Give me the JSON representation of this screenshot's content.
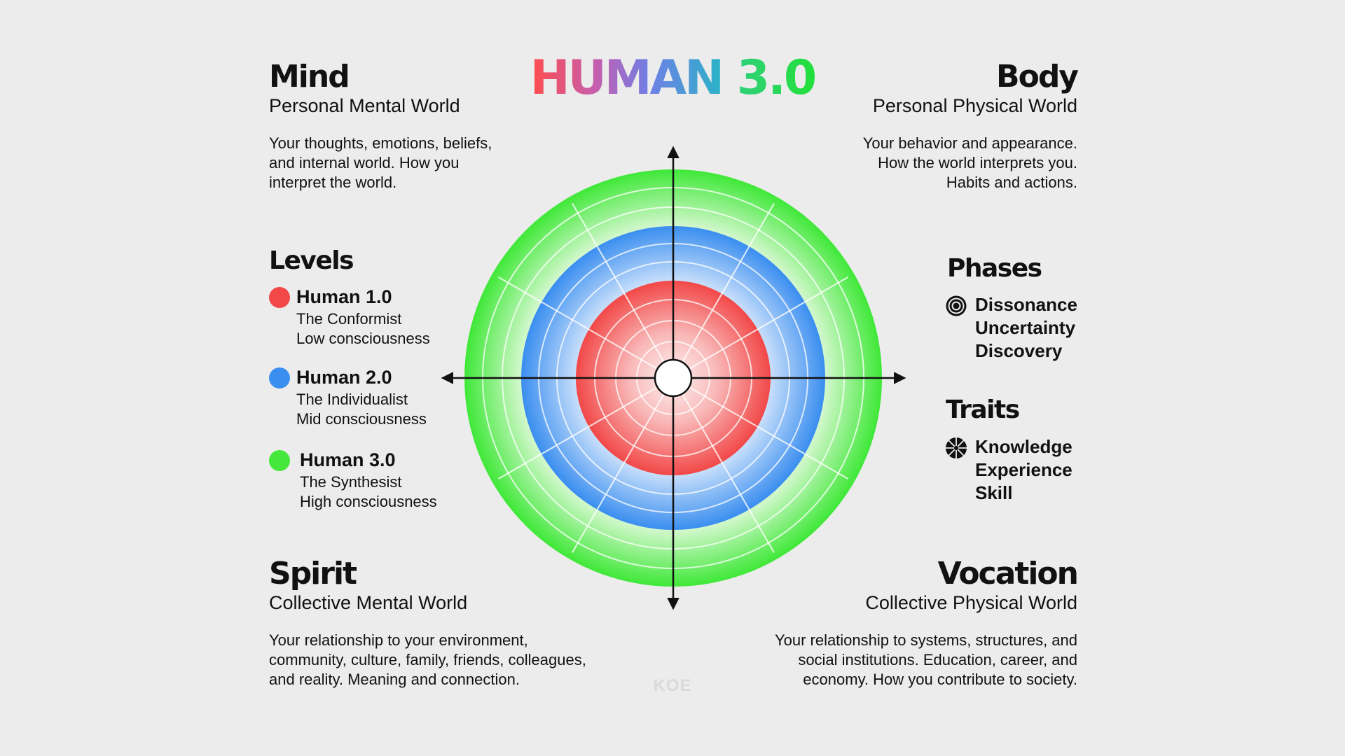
{
  "title": {
    "part1": "HUMAN",
    "part2": "3.0"
  },
  "quadrants": {
    "mind": {
      "heading": "Mind",
      "subheading": "Personal Mental World",
      "lines": [
        "Your thoughts, emotions, beliefs,",
        "and internal world. How you",
        "interpret the world."
      ]
    },
    "body": {
      "heading": "Body",
      "subheading": "Personal Physical World",
      "lines": [
        "Your behavior and appearance.",
        "How the world interprets you.",
        "Habits and actions."
      ]
    },
    "spirit": {
      "heading": "Spirit",
      "subheading": "Collective Mental World",
      "lines": [
        "Your relationship to your environment,",
        "community, culture, family, friends, colleagues,",
        "and reality. Meaning and connection."
      ]
    },
    "vocation": {
      "heading": "Vocation",
      "subheading": "Collective Physical World",
      "lines": [
        "Your relationship to systems, structures, and",
        "social institutions. Education, career, and",
        "economy. How you contribute to society."
      ]
    }
  },
  "levels": {
    "heading": "Levels",
    "items": [
      {
        "name": "Human 1.0",
        "line1": "The Conformist",
        "line2": "Low consciousness",
        "color": "#f24848"
      },
      {
        "name": "Human 2.0",
        "line1": "The Individualist",
        "line2": "Mid consciousness",
        "color": "#3a8ef0"
      },
      {
        "name": "Human 3.0",
        "line1": "The Synthesist",
        "line2": "High consciousness",
        "color": "#45e83a"
      }
    ]
  },
  "phases": {
    "heading": "Phases",
    "icon": "concentric-rings-icon",
    "items": [
      "Dissonance",
      "Uncertainty",
      "Discovery"
    ]
  },
  "traits": {
    "heading": "Traits",
    "icon": "segmented-wheel-icon",
    "items": [
      "Knowledge",
      "Experience",
      "Skill"
    ]
  },
  "watermark": "KOE",
  "colors": {
    "background": "#ececec",
    "red": "#f24848",
    "blue": "#3a8ef0",
    "green": "#45e83a",
    "text": "#111111"
  }
}
